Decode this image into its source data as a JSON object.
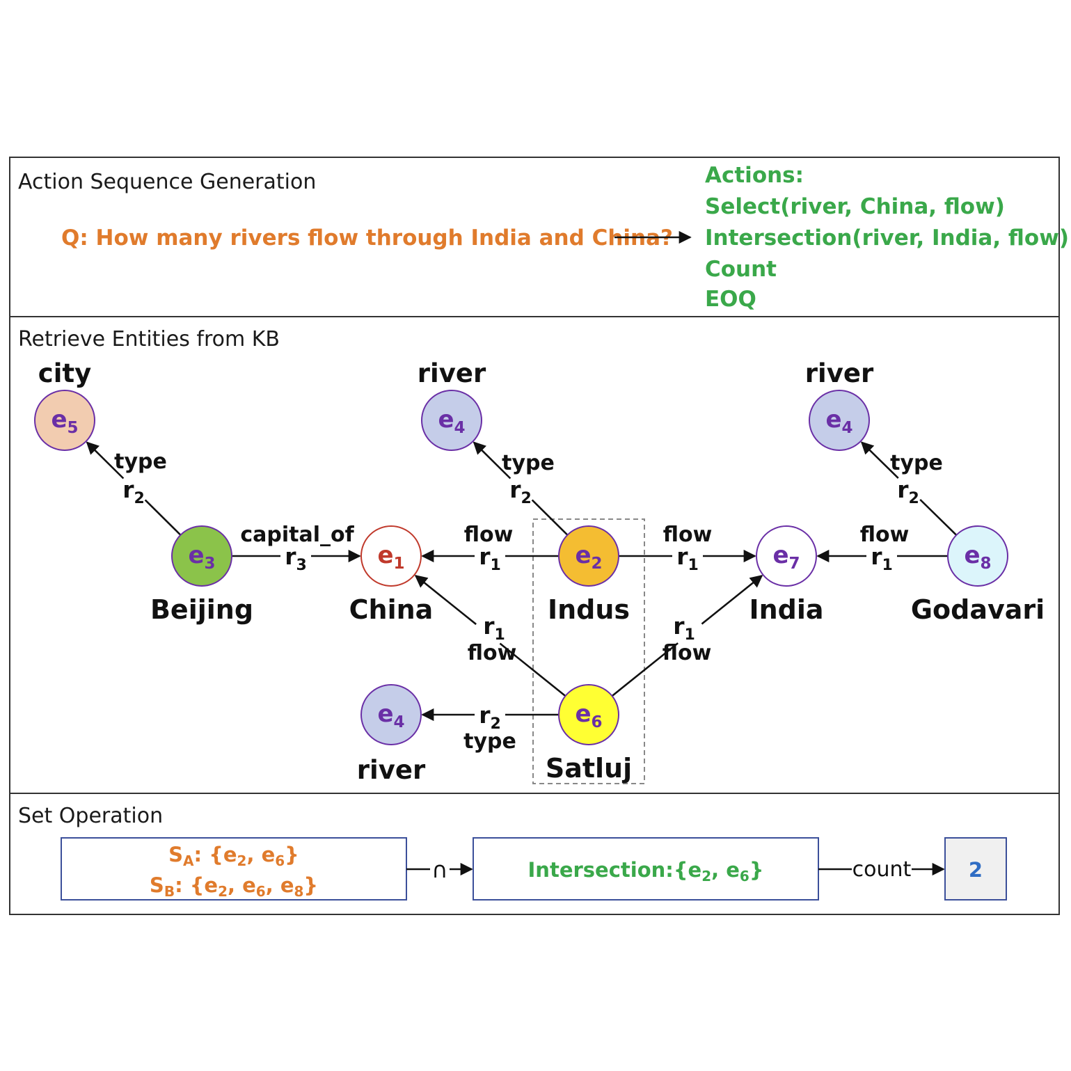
{
  "sections": {
    "action_title": "Action Sequence Generation",
    "retrieve_title": "Retrieve Entities from KB",
    "set_title": "Set Operation"
  },
  "question": "Q: How many rivers flow through India and China?",
  "actions": {
    "header": "Actions:",
    "lines": [
      "Select(river, China, flow)",
      "Intersection(river, India, flow)",
      "Count",
      "EOQ"
    ]
  },
  "graph": {
    "nodes": [
      {
        "id": "e5a",
        "label": "e",
        "sub": "5",
        "fill": "#f2ccb0",
        "text_color": "#6a2fa6",
        "type_label": "city",
        "name": ""
      },
      {
        "id": "e4a",
        "label": "e",
        "sub": "4",
        "fill": "#c5cde9",
        "text_color": "#6a2fa6",
        "type_label": "river",
        "name": ""
      },
      {
        "id": "e4b",
        "label": "e",
        "sub": "4",
        "fill": "#c5cde9",
        "text_color": "#6a2fa6",
        "type_label": "river",
        "name": ""
      },
      {
        "id": "e3",
        "label": "e",
        "sub": "3",
        "fill": "#8bc34a",
        "text_color": "#6a2fa6",
        "type_label": "",
        "name": "Beijing"
      },
      {
        "id": "e1",
        "label": "e",
        "sub": "1",
        "fill": "#ffffff",
        "text_color": "#c0392b",
        "type_label": "",
        "name": "China"
      },
      {
        "id": "e2",
        "label": "e",
        "sub": "2",
        "fill": "#f4bd32",
        "text_color": "#6a2fa6",
        "type_label": "",
        "name": "Indus"
      },
      {
        "id": "e7",
        "label": "e",
        "sub": "7",
        "fill": "#ffffff",
        "text_color": "#6a2fa6",
        "type_label": "",
        "name": "India"
      },
      {
        "id": "e8",
        "label": "e",
        "sub": "8",
        "fill": "#dcf5fb",
        "text_color": "#6a2fa6",
        "type_label": "",
        "name": "Godavari"
      },
      {
        "id": "e4c",
        "label": "e",
        "sub": "4",
        "fill": "#c5cde9",
        "text_color": "#6a2fa6",
        "type_label": "river",
        "name": ""
      },
      {
        "id": "e6",
        "label": "e",
        "sub": "6",
        "fill": "#ffff33",
        "text_color": "#6a2fa6",
        "type_label": "",
        "name": "Satluj"
      }
    ],
    "edges": [
      {
        "from": "e3",
        "to": "e5a",
        "rel": "r",
        "rel_sub": "2",
        "label": "type"
      },
      {
        "from": "e2",
        "to": "e4a",
        "rel": "r",
        "rel_sub": "2",
        "label": "type"
      },
      {
        "from": "e8",
        "to": "e4b",
        "rel": "r",
        "rel_sub": "2",
        "label": "type"
      },
      {
        "from": "e3",
        "to": "e1",
        "rel": "r",
        "rel_sub": "3",
        "label": "capital_of"
      },
      {
        "from": "e2",
        "to": "e1",
        "rel": "r",
        "rel_sub": "1",
        "label": "flow"
      },
      {
        "from": "e2",
        "to": "e7",
        "rel": "r",
        "rel_sub": "1",
        "label": "flow"
      },
      {
        "from": "e8",
        "to": "e7",
        "rel": "r",
        "rel_sub": "1",
        "label": "flow"
      },
      {
        "from": "e6",
        "to": "e1",
        "rel": "r",
        "rel_sub": "1",
        "label": "flow"
      },
      {
        "from": "e6",
        "to": "e7",
        "rel": "r",
        "rel_sub": "1",
        "label": "flow"
      },
      {
        "from": "e6",
        "to": "e4c",
        "rel": "r",
        "rel_sub": "2",
        "label": "type"
      }
    ]
  },
  "set_operation": {
    "set_a": {
      "prefix": "S",
      "sub": "A",
      "items": ": {e2, e6}"
    },
    "set_b": {
      "prefix": "S",
      "sub": "B",
      "items": ": {e2, e6, e8}"
    },
    "intersect_symbol": "∩",
    "intersection_label": "Intersection:{e2, e6}",
    "count_label": "count",
    "result": "2"
  },
  "colors": {
    "question": "#e07b2c",
    "actions": "#3aa84a",
    "node_border": "#6a2fa6",
    "china_border": "#c0392b",
    "result": "#2f6dc4",
    "box_border": "#3b4f9a"
  }
}
